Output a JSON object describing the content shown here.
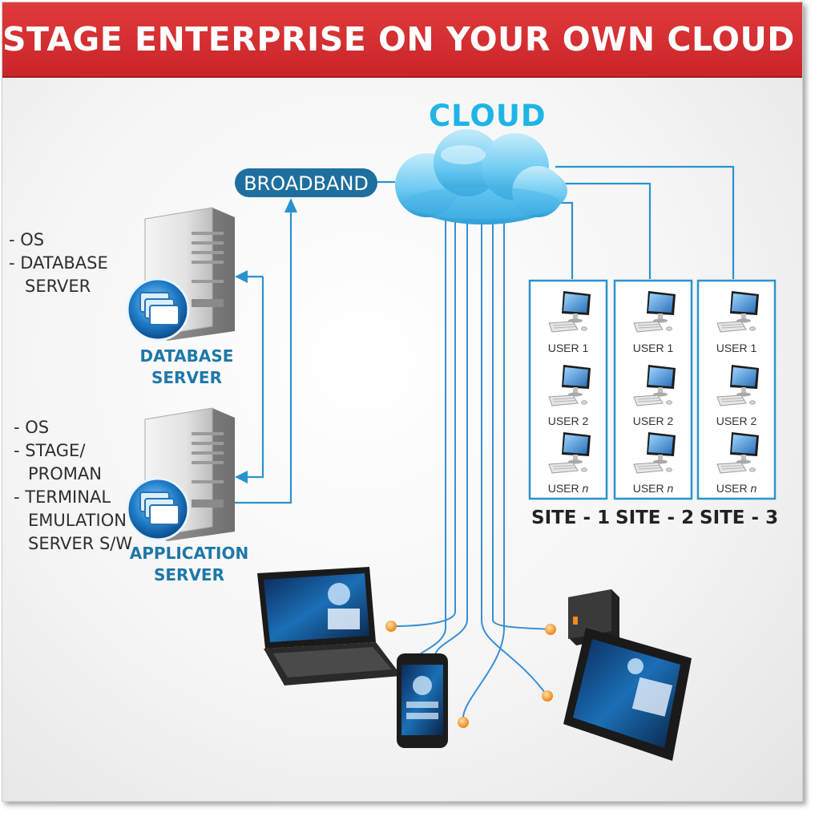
{
  "title": "STAGE ENTERPRISE ON YOUR OWN CLOUD !",
  "cloud": {
    "label": "CLOUD"
  },
  "broadband": {
    "label": "BROADBAND"
  },
  "database_server": {
    "label_line1": "DATABASE",
    "label_line2": "SERVER",
    "specs": [
      "- OS",
      "- DATABASE",
      "  SERVER"
    ]
  },
  "application_server": {
    "label_line1": "APPLICATION",
    "label_line2": "SERVER",
    "specs": [
      "-  OS",
      "-  STAGE/",
      "   PROMAN",
      "-  TERMINAL",
      "   EMULATION",
      "   SERVER S/W"
    ]
  },
  "sites": [
    {
      "name": "SITE - 1",
      "users": [
        "USER 1",
        "USER 2",
        "USER n"
      ]
    },
    {
      "name": "SITE - 2",
      "users": [
        "USER 1",
        "USER 2",
        "USER n"
      ]
    },
    {
      "name": "SITE - 3",
      "users": [
        "USER 1",
        "USER 2",
        "USER n"
      ]
    }
  ],
  "colors": {
    "banner": "#d52e31",
    "connector": "#2a93cf",
    "cloud": "#6ecbf2",
    "server_label": "#1e78a8",
    "node_dot": "#f2a23c"
  },
  "devices": [
    "laptop",
    "smartphone",
    "external-drive",
    "tablet"
  ]
}
